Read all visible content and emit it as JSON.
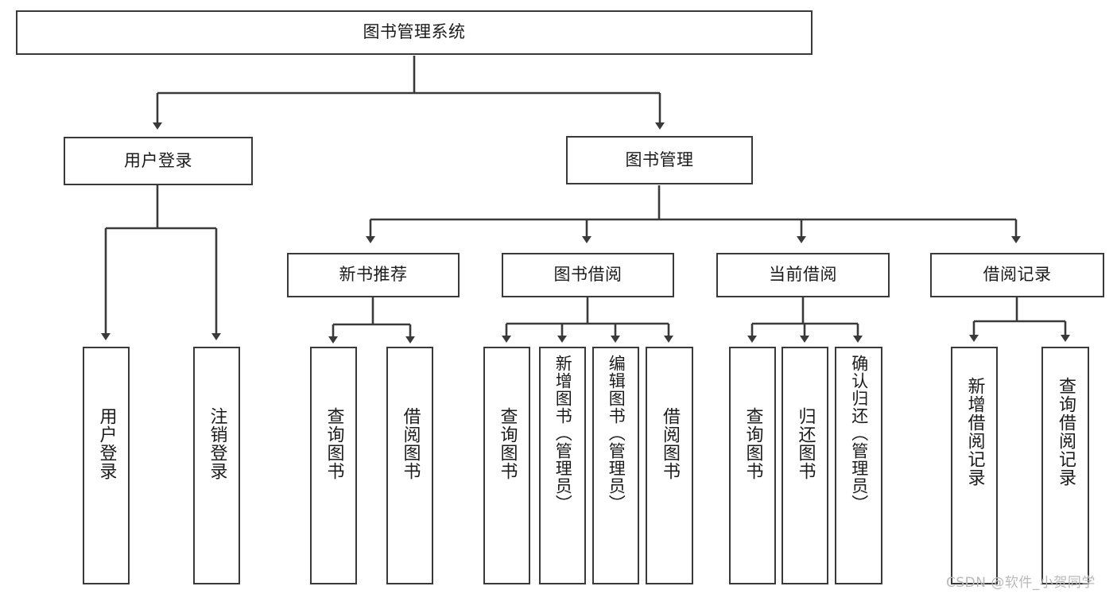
{
  "diagram": {
    "title": "图书管理系统",
    "type": "tree-hierarchy-chart",
    "watermark": "CSDN @软件_小贺同学",
    "colors": {
      "stroke": "#3a3a3a",
      "fill": "#ffffff",
      "text": "#1b1b1b",
      "watermark": "#b9b9b9"
    },
    "root": {
      "label": "图书管理系统"
    },
    "level2": [
      {
        "label": "用户登录"
      },
      {
        "label": "图书管理"
      }
    ],
    "level3": [
      {
        "label": "新书推荐"
      },
      {
        "label": "图书借阅"
      },
      {
        "label": "当前借阅"
      },
      {
        "label": "借阅记录"
      }
    ],
    "leaves": {
      "user_login": [
        {
          "label": "用户登录"
        },
        {
          "label": "注销登录"
        }
      ],
      "new_book_recommend": [
        {
          "label": "查询图书"
        },
        {
          "label": "借阅图书"
        }
      ],
      "book_borrow": [
        {
          "label": "查询图书"
        },
        {
          "label": "新增图书（管理员）"
        },
        {
          "label": "编辑图书（管理员）"
        },
        {
          "label": "借阅图书"
        }
      ],
      "current_borrow": [
        {
          "label": "查询图书"
        },
        {
          "label": "归还图书"
        },
        {
          "label": "确认归还（管理员）"
        }
      ],
      "borrow_record": [
        {
          "label": "新增借阅记录"
        },
        {
          "label": "查询借阅记录"
        }
      ]
    }
  }
}
